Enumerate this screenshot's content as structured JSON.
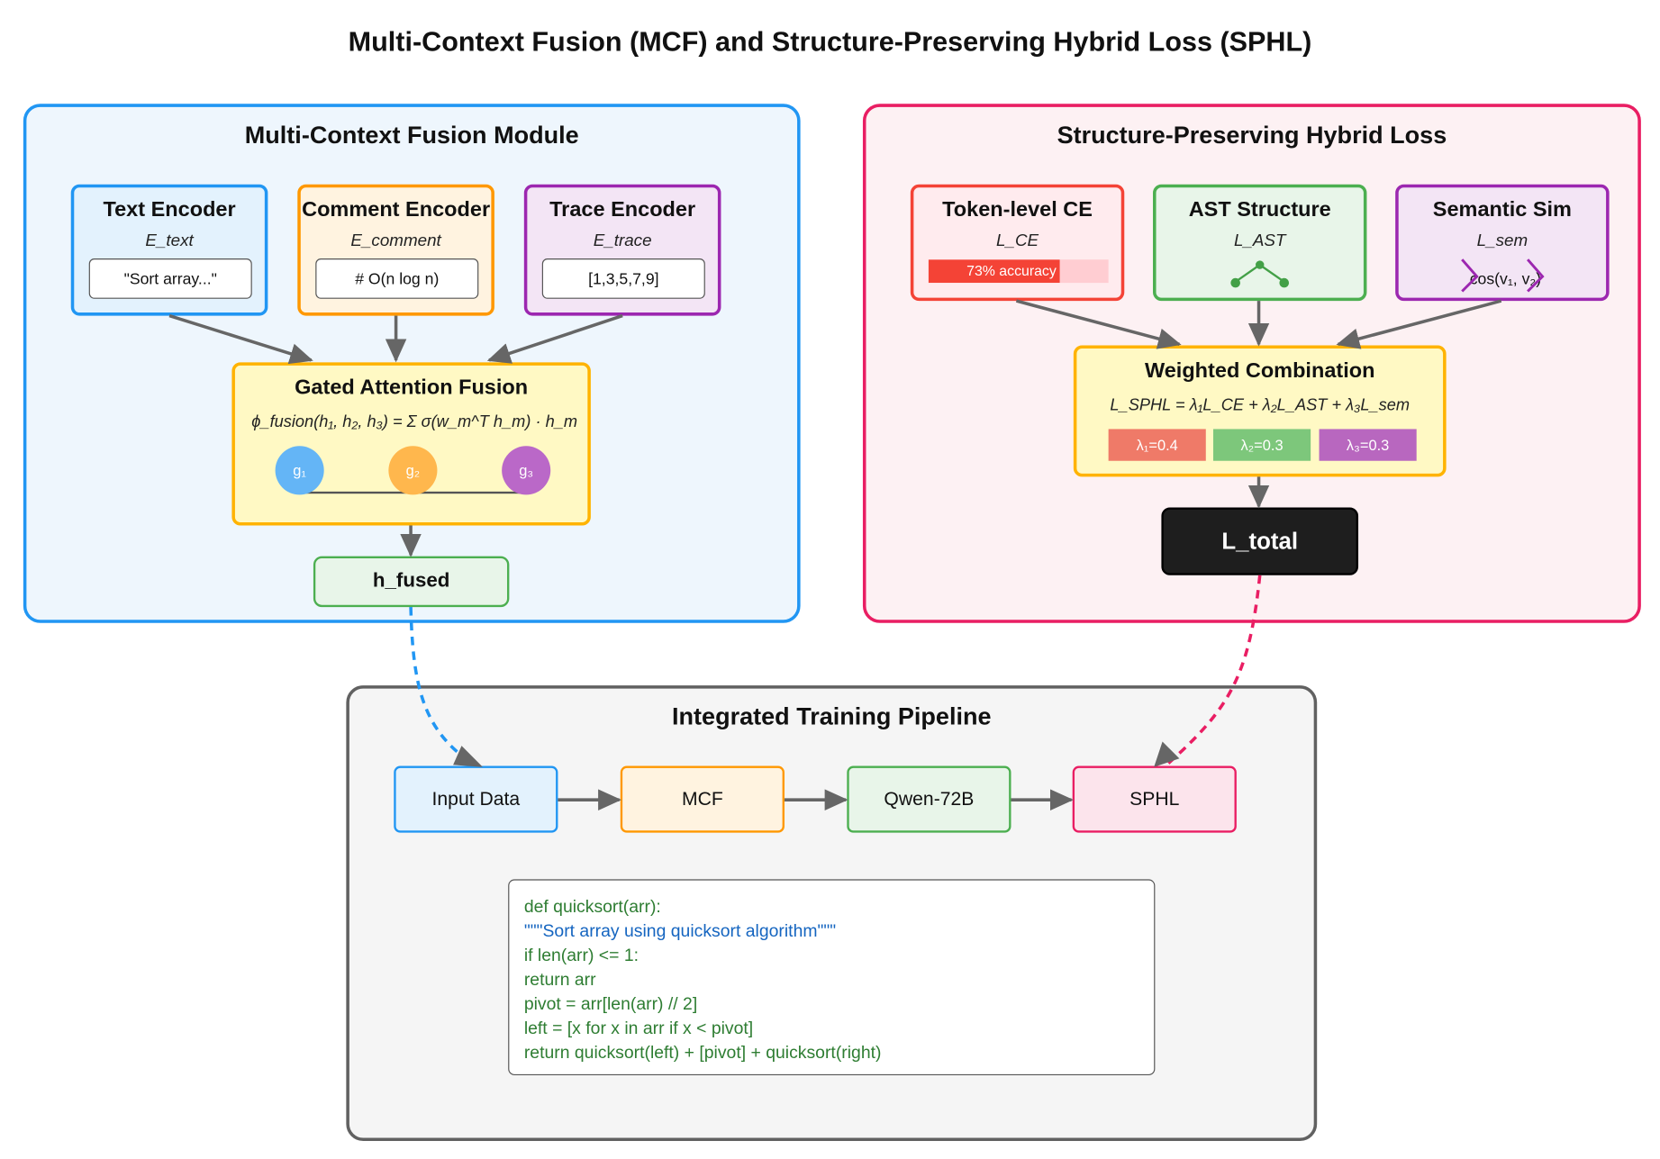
{
  "title": "Multi-Context Fusion (MCF) and Structure-Preserving Hybrid Loss (SPHL)",
  "mcf": {
    "title": "Multi-Context Fusion Module",
    "encoders": [
      {
        "title": "Text Encoder",
        "symbol": "E_text",
        "example": "\"Sort array...\""
      },
      {
        "title": "Comment Encoder",
        "symbol": "E_comment",
        "example": "# O(n log n)"
      },
      {
        "title": "Trace Encoder",
        "symbol": "E_trace",
        "example": "[1,3,5,7,9]"
      }
    ],
    "fusion": {
      "title": "Gated Attention Fusion",
      "formula": "ϕ_fusion(h₁, h₂, h₃) = Σ σ(w_m^T h_m) · h_m",
      "gates": [
        "g₁",
        "g₂",
        "g₃"
      ]
    },
    "output": "h_fused"
  },
  "sphl": {
    "title": "Structure-Preserving Hybrid Loss",
    "components": [
      {
        "title": "Token-level CE",
        "symbol": "L_CE",
        "bar_label": "73% accuracy",
        "accuracy": 0.73
      },
      {
        "title": "AST Structure",
        "symbol": "L_AST"
      },
      {
        "title": "Semantic Sim",
        "symbol": "L_sem",
        "formula": "cos(v₁, v₂)"
      }
    ],
    "combination": {
      "title": "Weighted Combination",
      "formula": "L_SPHL = λ₁L_CE + λ₂L_AST + λ₃L_sem",
      "weights": [
        "λ₁=0.4",
        "λ₂=0.3",
        "λ₃=0.3"
      ]
    },
    "output": "L_total"
  },
  "pipeline": {
    "title": "Integrated Training Pipeline",
    "steps": [
      "Input Data",
      "MCF",
      "Qwen-72B",
      "SPHL"
    ],
    "code": [
      "def quicksort(arr):",
      "\"\"\"Sort array using quicksort algorithm\"\"\"",
      "if len(arr) <= 1:",
      "return arr",
      "pivot = arr[len(arr) // 2]",
      "left = [x for x in arr if x < pivot]",
      "return quicksort(left) + [pivot] + quicksort(right)"
    ]
  },
  "colors": {
    "blue": "#2196f3",
    "orange": "#ff9800",
    "purple": "#9c27b0",
    "green": "#4caf50",
    "red": "#f44336",
    "pink": "#e91e63",
    "yellow": "#fbc02d",
    "gray": "#616161"
  }
}
